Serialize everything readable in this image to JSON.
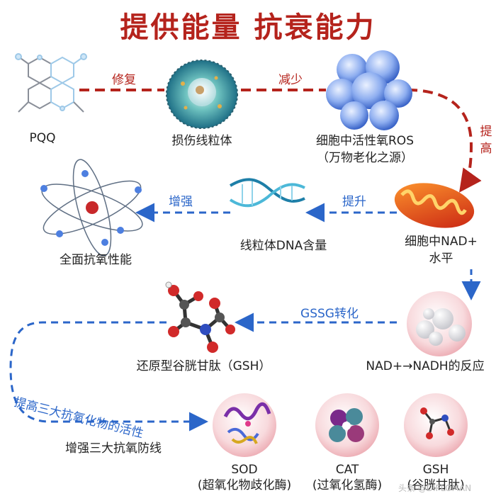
{
  "title": "提供能量 抗衰能力",
  "nodes": {
    "pqq": "PQQ",
    "damaged_mito": "损伤线粒体",
    "ros_line1": "细胞中活性氧ROS",
    "ros_line2": "（万物老化之源）",
    "nad_line1": "细胞中NAD+",
    "nad_line2": "水平",
    "dna": "线粒体DNA含量",
    "antioxidant": "全面抗氧性能",
    "nadh": "NAD+→NADH的反应",
    "gsh_reduced": "还原型谷胱甘肽（GSH）",
    "defense": "增强三大抗氧防线",
    "sod_line1": "SOD",
    "sod_line2": "(超氧化物歧化酶)",
    "cat_line1": "CAT",
    "cat_line2": "(过氧化氢酶)",
    "gsh_line1": "GSH",
    "gsh_line2": "(谷胱甘肽)"
  },
  "arrows": {
    "repair": "修复",
    "reduce": "减少",
    "raise_vertical": "提高",
    "promote": "提升",
    "enhance": "增强",
    "gssg": "GSSG转化",
    "activity": "提高三大抗氧化物的活性"
  },
  "watermark": "头条 @DIPLOMAN",
  "colors": {
    "red": "#b5231c",
    "blue": "#2b66c9",
    "text": "#222222"
  }
}
